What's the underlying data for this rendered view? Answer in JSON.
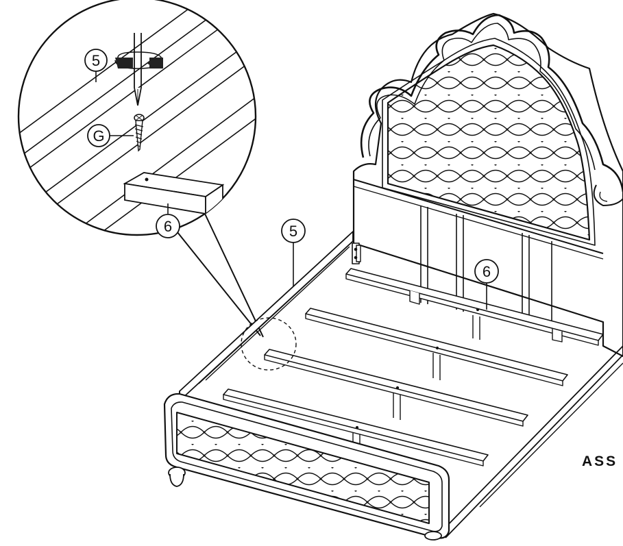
{
  "diagram": {
    "corner_text": "ASS",
    "detail": {
      "labels": {
        "rail": "5",
        "screw": "G",
        "slat": "6"
      }
    },
    "main": {
      "labels": {
        "rail": "5",
        "slat": "6"
      }
    },
    "icons": [
      "screwdriver-icon",
      "rotation-arrow-icon",
      "wood-screw-icon",
      "magnifier-circle-icon",
      "bracket-icon"
    ]
  }
}
